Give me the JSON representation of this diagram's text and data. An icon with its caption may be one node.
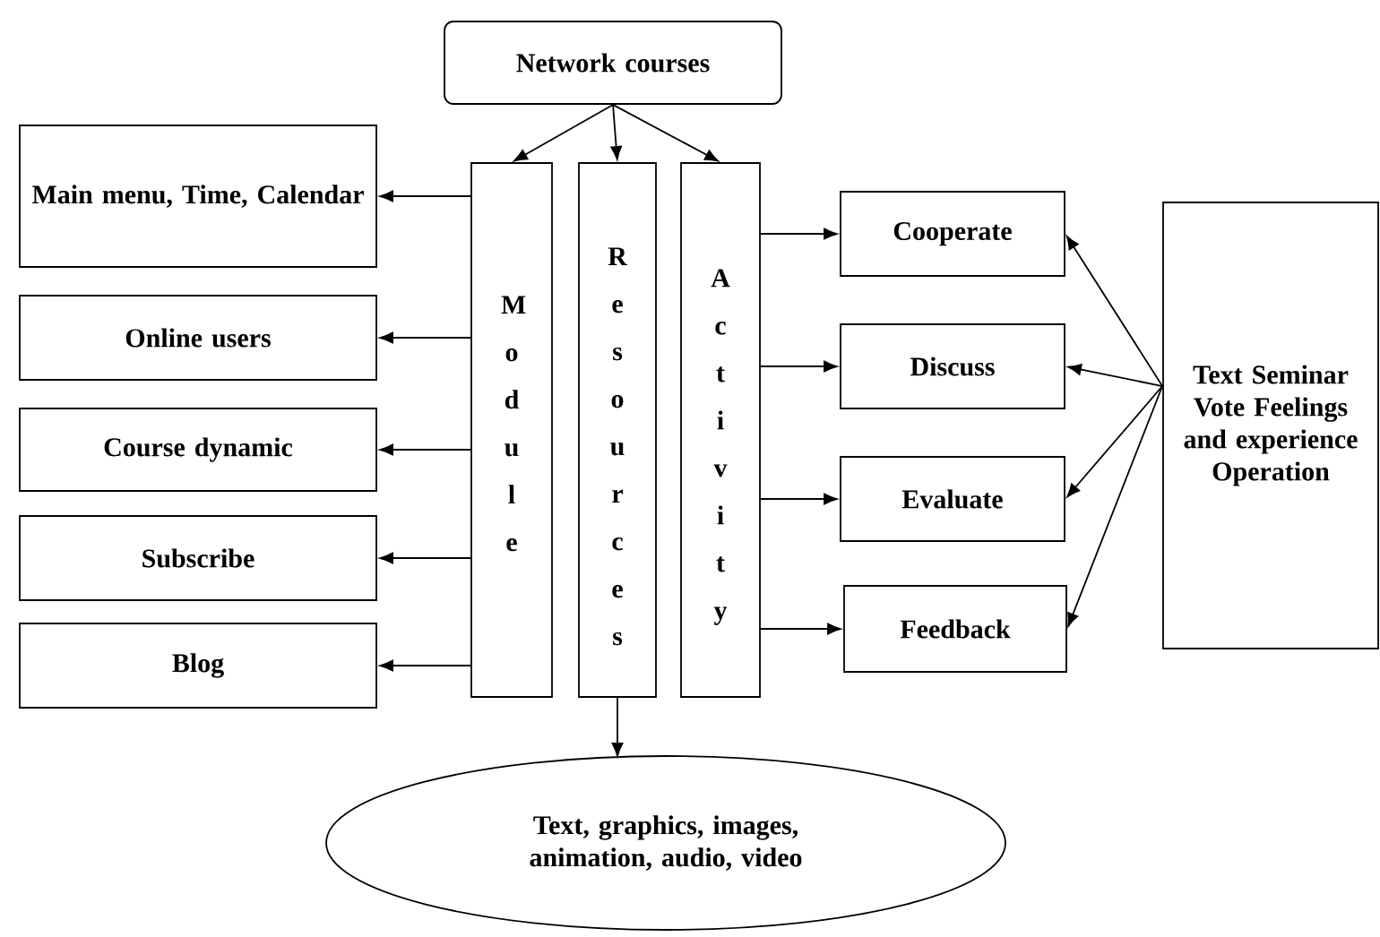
{
  "diagram": {
    "nodes": [
      {
        "text": [
          "Network courses"
        ]
      },
      {
        "text": [
          "M o d u l e"
        ]
      },
      {
        "text": [
          "R e s o u r c e s"
        ]
      },
      {
        "text": [
          "A c t i v i t y"
        ]
      },
      {
        "text": [
          "Main menu, Time, Calendar"
        ]
      },
      {
        "text": [
          "Online users"
        ]
      },
      {
        "text": [
          "Course dynamic"
        ]
      },
      {
        "text": [
          "Subscribe"
        ]
      },
      {
        "text": [
          "Blog"
        ]
      },
      {
        "text": [
          "Cooperate"
        ]
      },
      {
        "text": [
          "Discuss"
        ]
      },
      {
        "text": [
          "Evaluate"
        ]
      },
      {
        "text": [
          "Feedback"
        ]
      },
      {
        "text": [
          "Text Seminar Vote Feelings and experience Operation"
        ]
      },
      {
        "text": [
          "Text, graphics, images, animation, audio, video"
        ]
      }
    ],
    "edges": [
      {
        "from": 0,
        "to": 1,
        "arrow": "to"
      },
      {
        "from": 0,
        "to": 2,
        "arrow": "to"
      },
      {
        "from": 0,
        "to": 3,
        "arrow": "to"
      },
      {
        "from": 1,
        "to": 4,
        "arrow": "to"
      },
      {
        "from": 1,
        "to": 5,
        "arrow": "to"
      },
      {
        "from": 1,
        "to": 6,
        "arrow": "to"
      },
      {
        "from": 1,
        "to": 7,
        "arrow": "to"
      },
      {
        "from": 1,
        "to": 8,
        "arrow": "to"
      },
      {
        "from": 3,
        "to": 9,
        "arrow": "to"
      },
      {
        "from": 3,
        "to": 10,
        "arrow": "to"
      },
      {
        "from": 3,
        "to": 11,
        "arrow": "to"
      },
      {
        "from": 3,
        "to": 12,
        "arrow": "to"
      },
      {
        "from": 13,
        "to": 9,
        "arrow": "to"
      },
      {
        "from": 13,
        "to": 10,
        "arrow": "to"
      },
      {
        "from": 13,
        "to": 11,
        "arrow": "to"
      },
      {
        "from": 13,
        "to": 12,
        "arrow": "to"
      },
      {
        "from": 2,
        "to": 14,
        "arrow": "to"
      }
    ]
  }
}
